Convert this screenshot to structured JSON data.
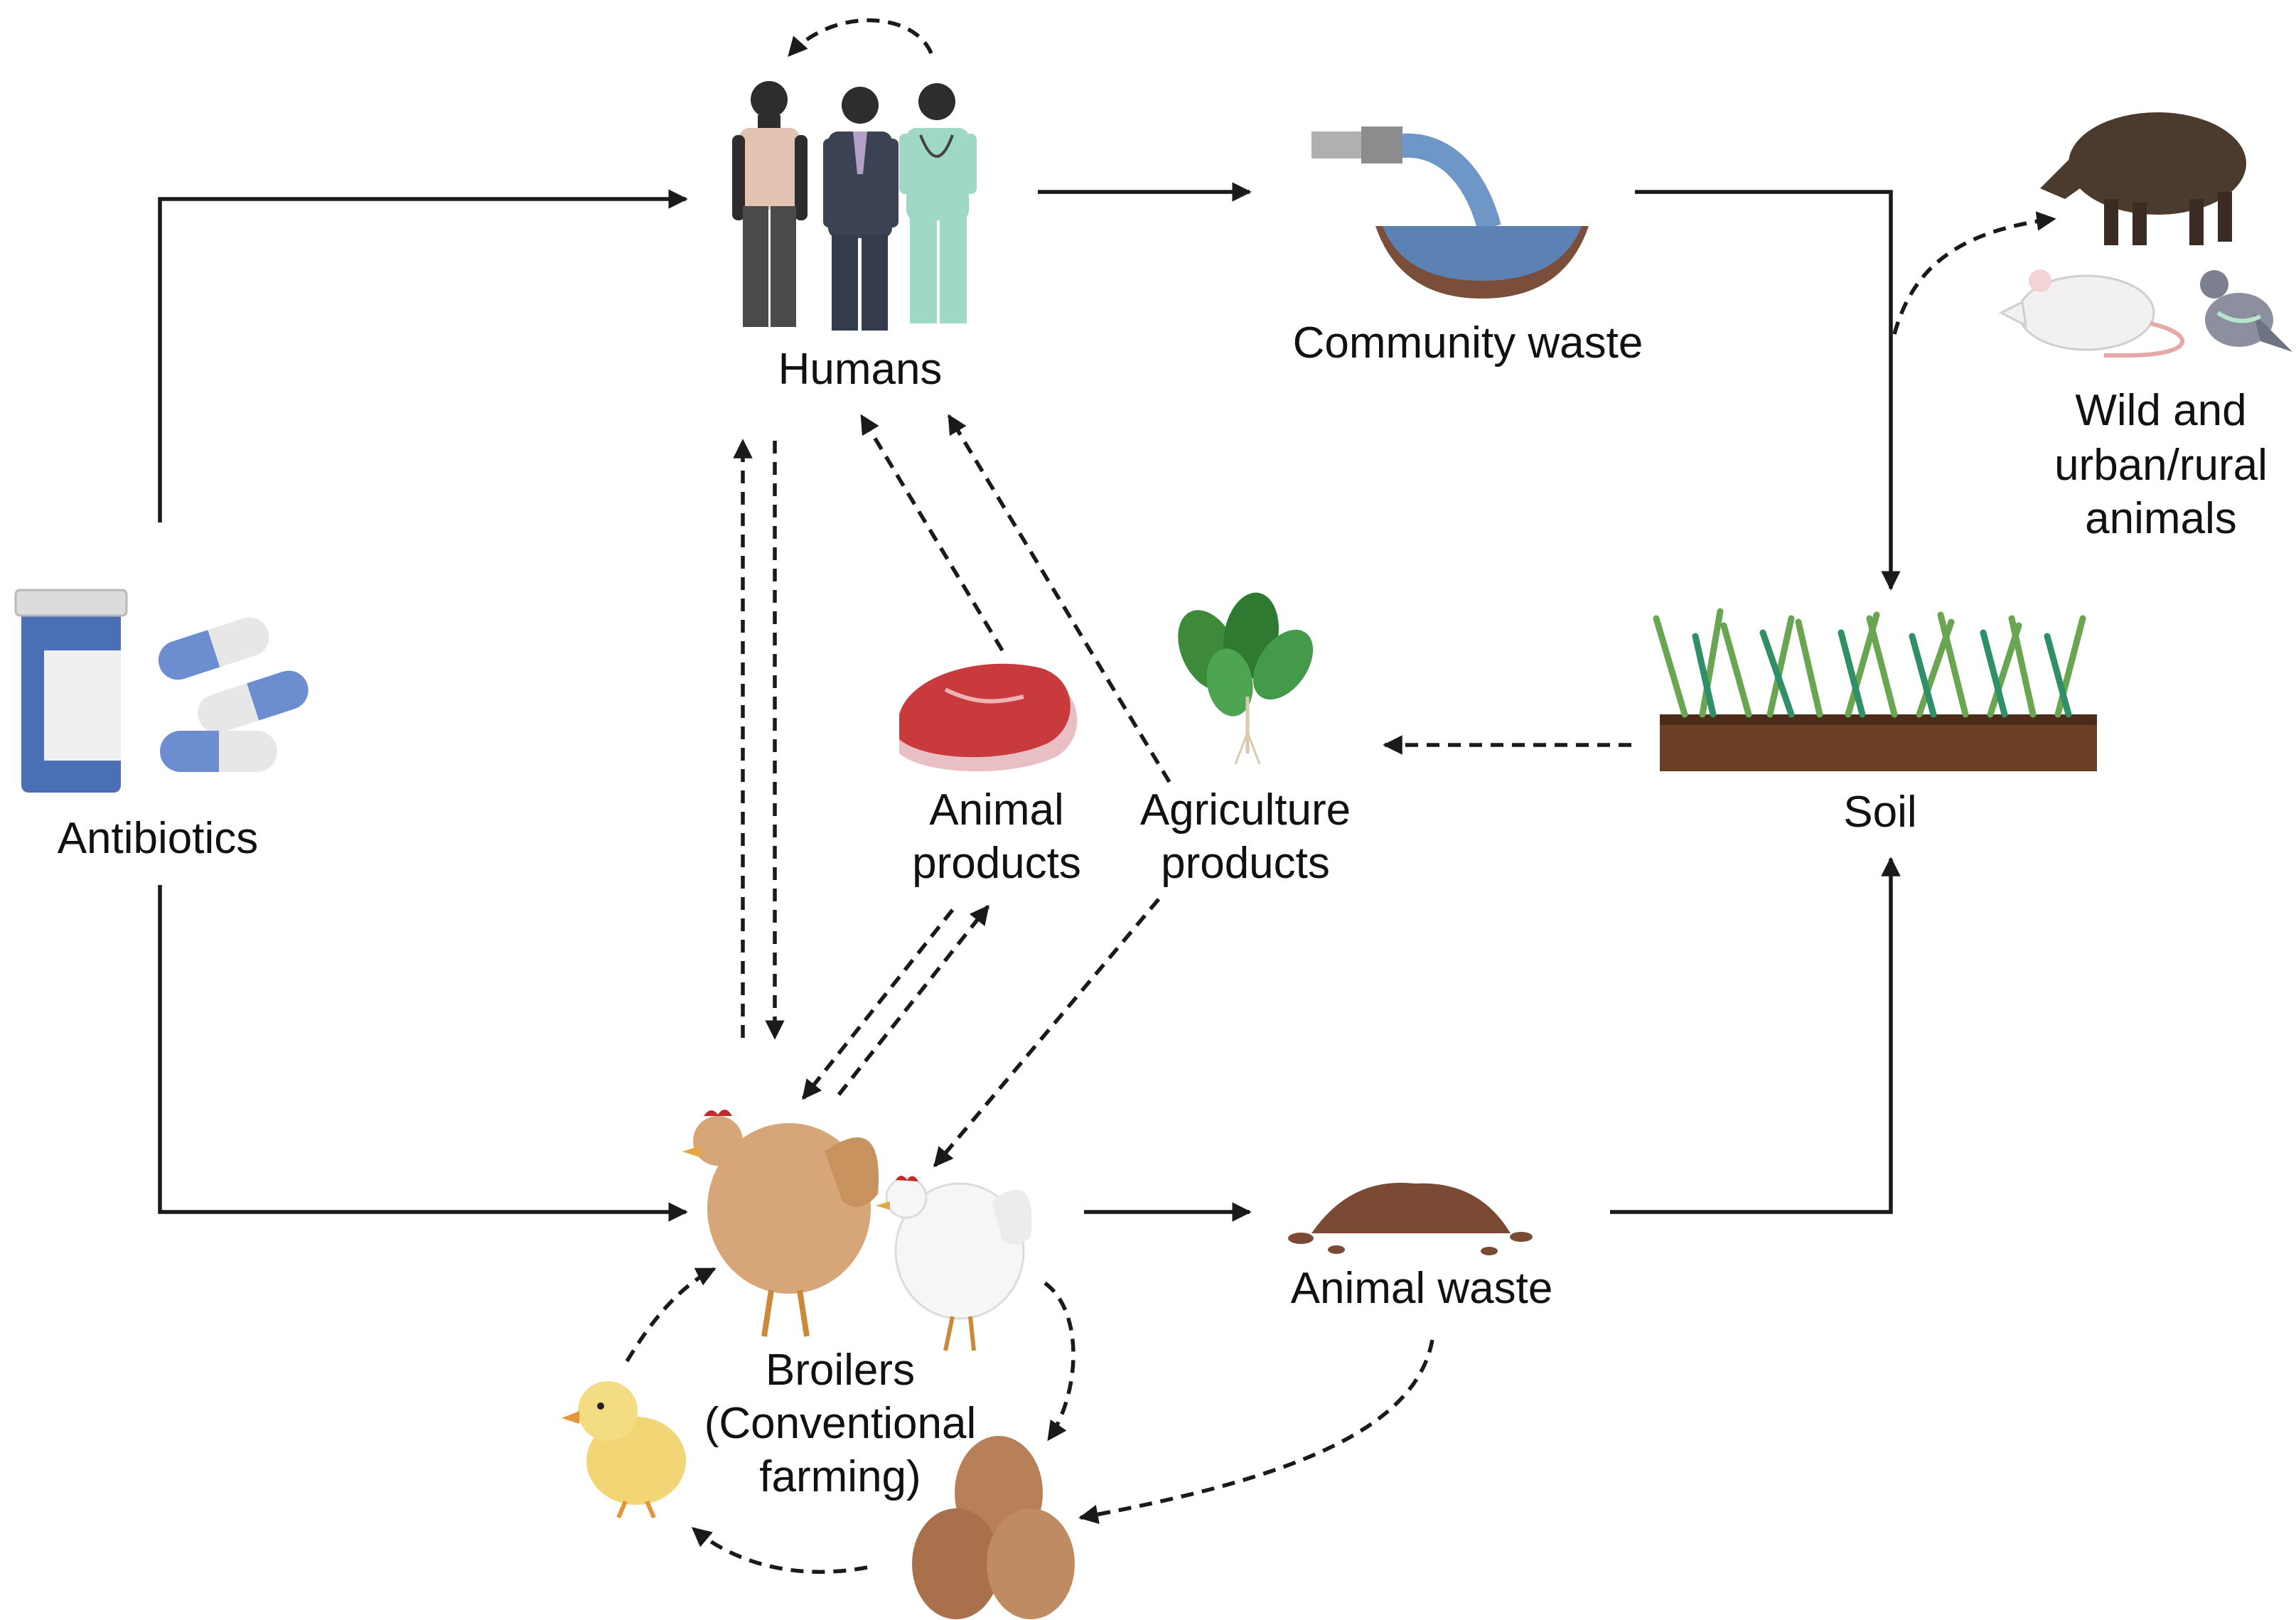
{
  "nodes": {
    "humans": "Humans",
    "community_waste": "Community waste",
    "wild_animals": [
      "Wild and",
      "urban/rural",
      "animals"
    ],
    "antibiotics": "Antibiotics",
    "animal_products": [
      "Animal",
      "products"
    ],
    "agriculture_products": [
      "Agriculture",
      "products"
    ],
    "soil": "Soil",
    "broilers": [
      "Broilers",
      "(Conventional",
      "farming)"
    ],
    "animal_waste": "Animal waste"
  },
  "icons": {
    "antibiotics": "pill-bottle-and-capsules-icon",
    "humans": "people-icon",
    "community_waste": "sewage-pipe-icon",
    "wild_animals": [
      "boar-icon",
      "rat-icon",
      "pigeon-icon"
    ],
    "soil": "grass-soil-icon",
    "agriculture_products": "spinach-icon",
    "animal_products": "meat-steak-icon",
    "broilers": [
      "hen-icon",
      "white-chicken-icon"
    ],
    "animal_waste": "manure-pile-icon",
    "eggs": "eggs-icon",
    "chick": "chick-icon"
  },
  "colors": {
    "arrow": "#1a1a1a",
    "label": "#111111",
    "soil": "#6b3e26",
    "water": "#5b82b3"
  }
}
